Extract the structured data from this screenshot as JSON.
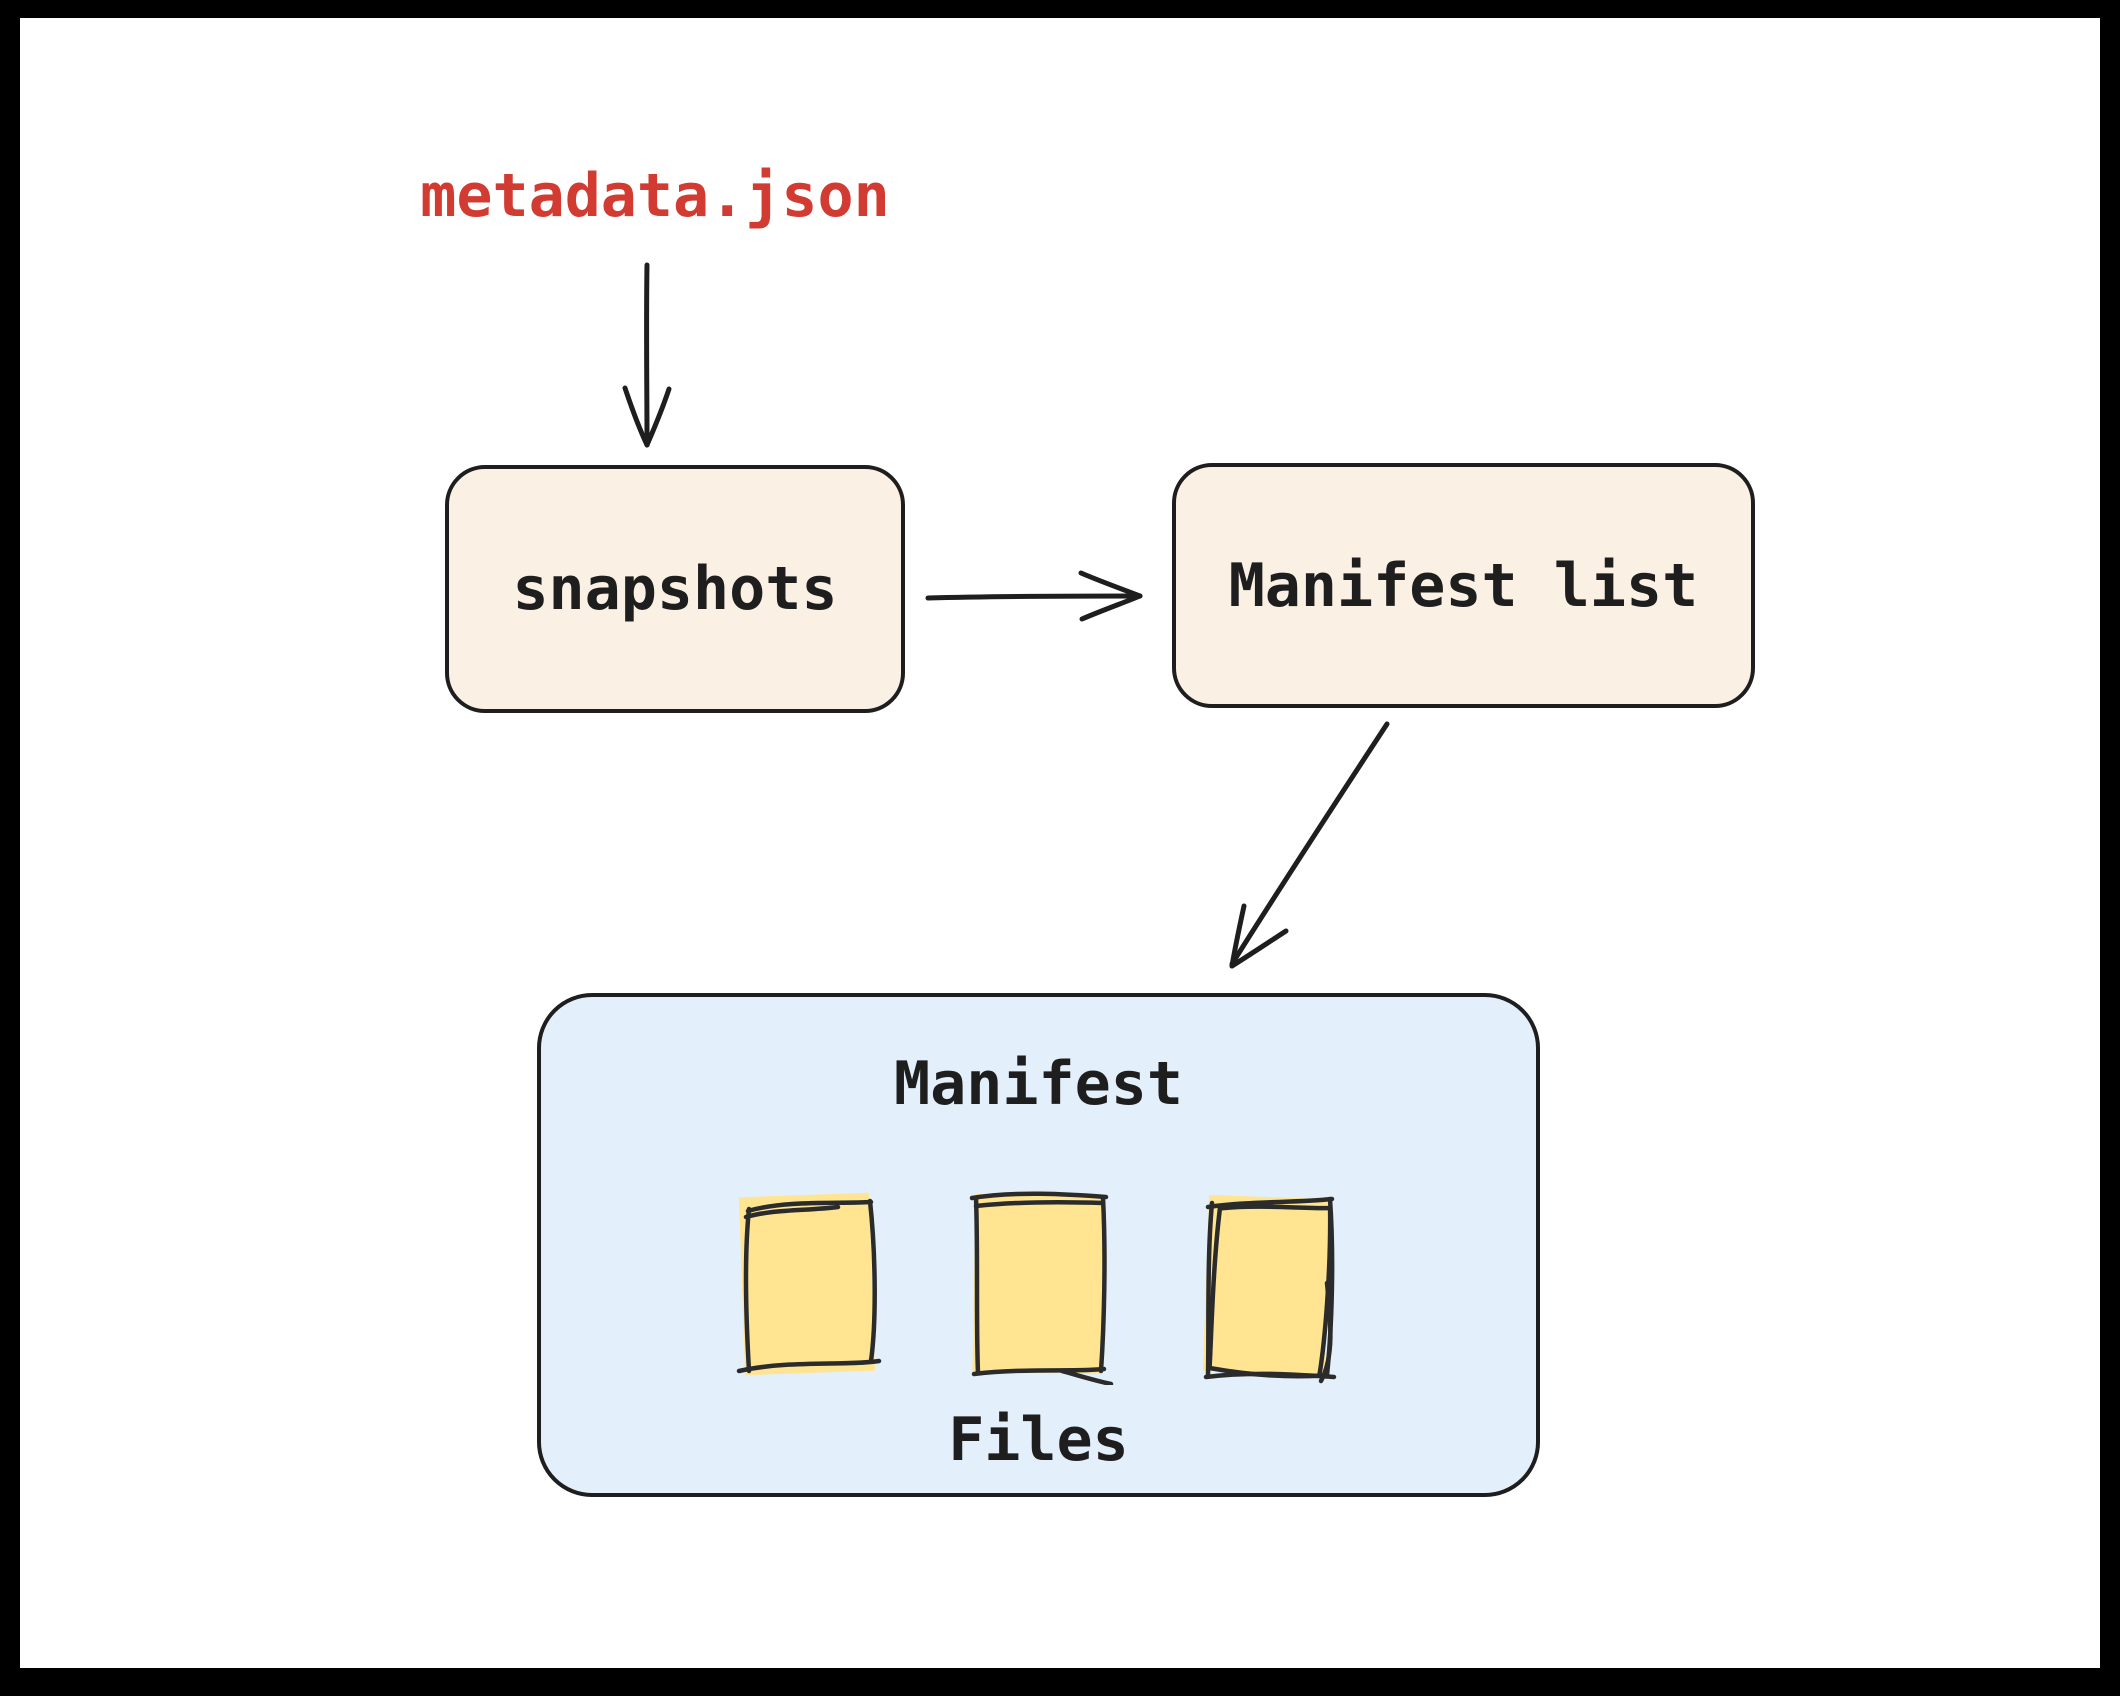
{
  "diagram": {
    "metadata_label": "metadata.json",
    "nodes": [
      {
        "id": "snapshots",
        "label": "snapshots",
        "fill": "#fbf0e4"
      },
      {
        "id": "manifest-list",
        "label": "Manifest list",
        "fill": "#fbf0e4"
      },
      {
        "id": "manifest-files",
        "title": "Manifest",
        "subtitle": "Files",
        "fill": "#e3f0fb",
        "file_icon_count": 3,
        "file_icon_fill": "#ffe492"
      }
    ],
    "edges": [
      {
        "from": "metadata.json",
        "to": "snapshots"
      },
      {
        "from": "snapshots",
        "to": "Manifest list"
      },
      {
        "from": "Manifest list",
        "to": "Manifest Files"
      }
    ],
    "colors": {
      "stroke": "#1e1e1e",
      "metadata_text": "#d23b32",
      "canvas_background": "#ffffff",
      "frame_background": "#000000"
    }
  }
}
